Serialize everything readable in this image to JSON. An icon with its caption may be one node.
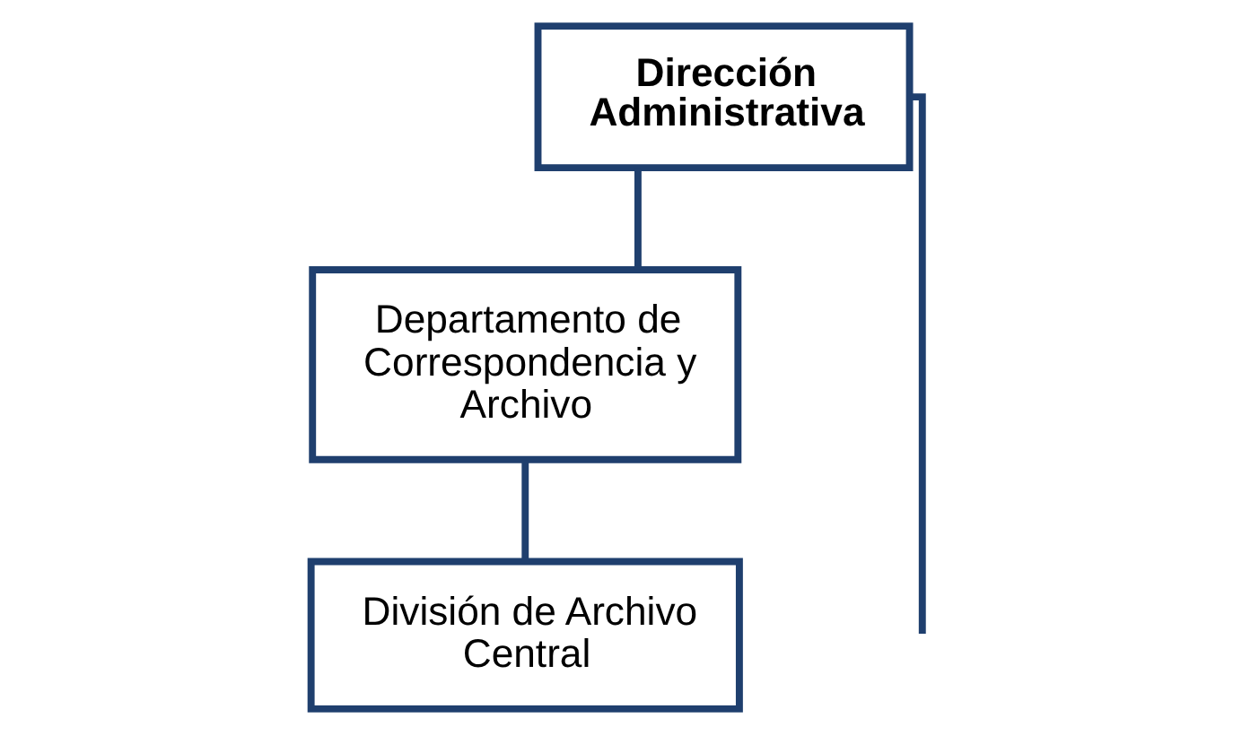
{
  "diagram": {
    "nodes": [
      {
        "text": [
          "Dirección Administrativa"
        ]
      },
      {
        "text": [
          "Departamento de Correspondencia y Archivo"
        ]
      },
      {
        "text": [
          "División de Archivo Central"
        ]
      }
    ],
    "edges": [
      {
        "from": 0,
        "to": 1,
        "arrow": "none"
      },
      {
        "from": 1,
        "to": 2,
        "arrow": "none"
      },
      {
        "from": 0,
        "to": null,
        "arrow": "none"
      }
    ]
  }
}
